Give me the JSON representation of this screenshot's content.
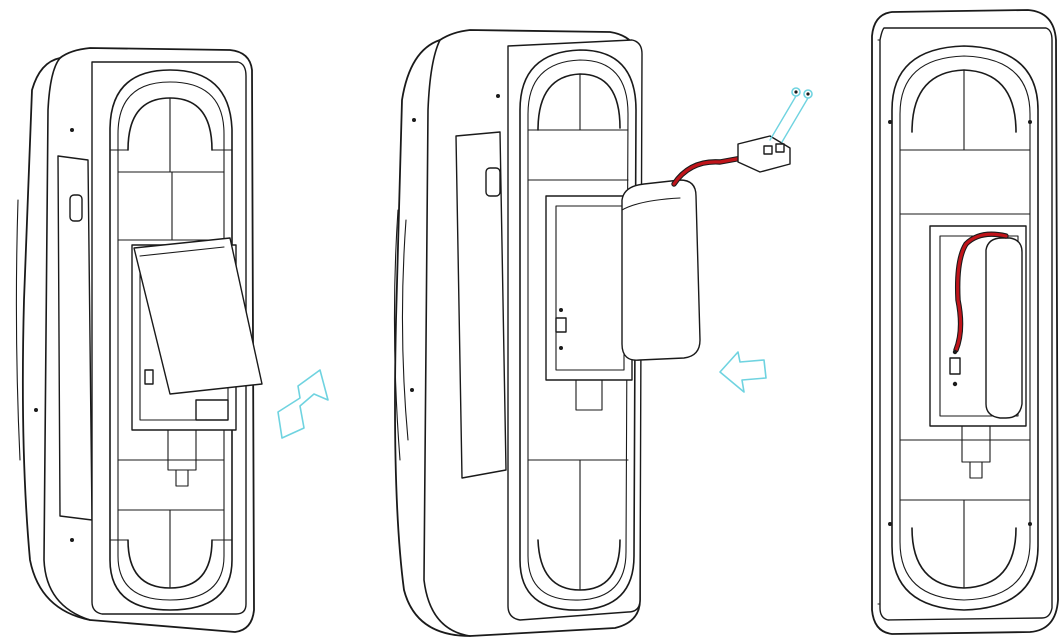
{
  "colors": {
    "accent_arrow": "#6fd3e0",
    "wire_red": "#c0141a",
    "line": "#1a1a1a"
  },
  "steps": [
    {
      "name": "open-battery-cover"
    },
    {
      "name": "insert-battery-connect-cable"
    },
    {
      "name": "battery-installed"
    }
  ],
  "arrows": [
    {
      "name": "up-right-arrow-icon"
    },
    {
      "name": "left-arrow-icon"
    }
  ]
}
